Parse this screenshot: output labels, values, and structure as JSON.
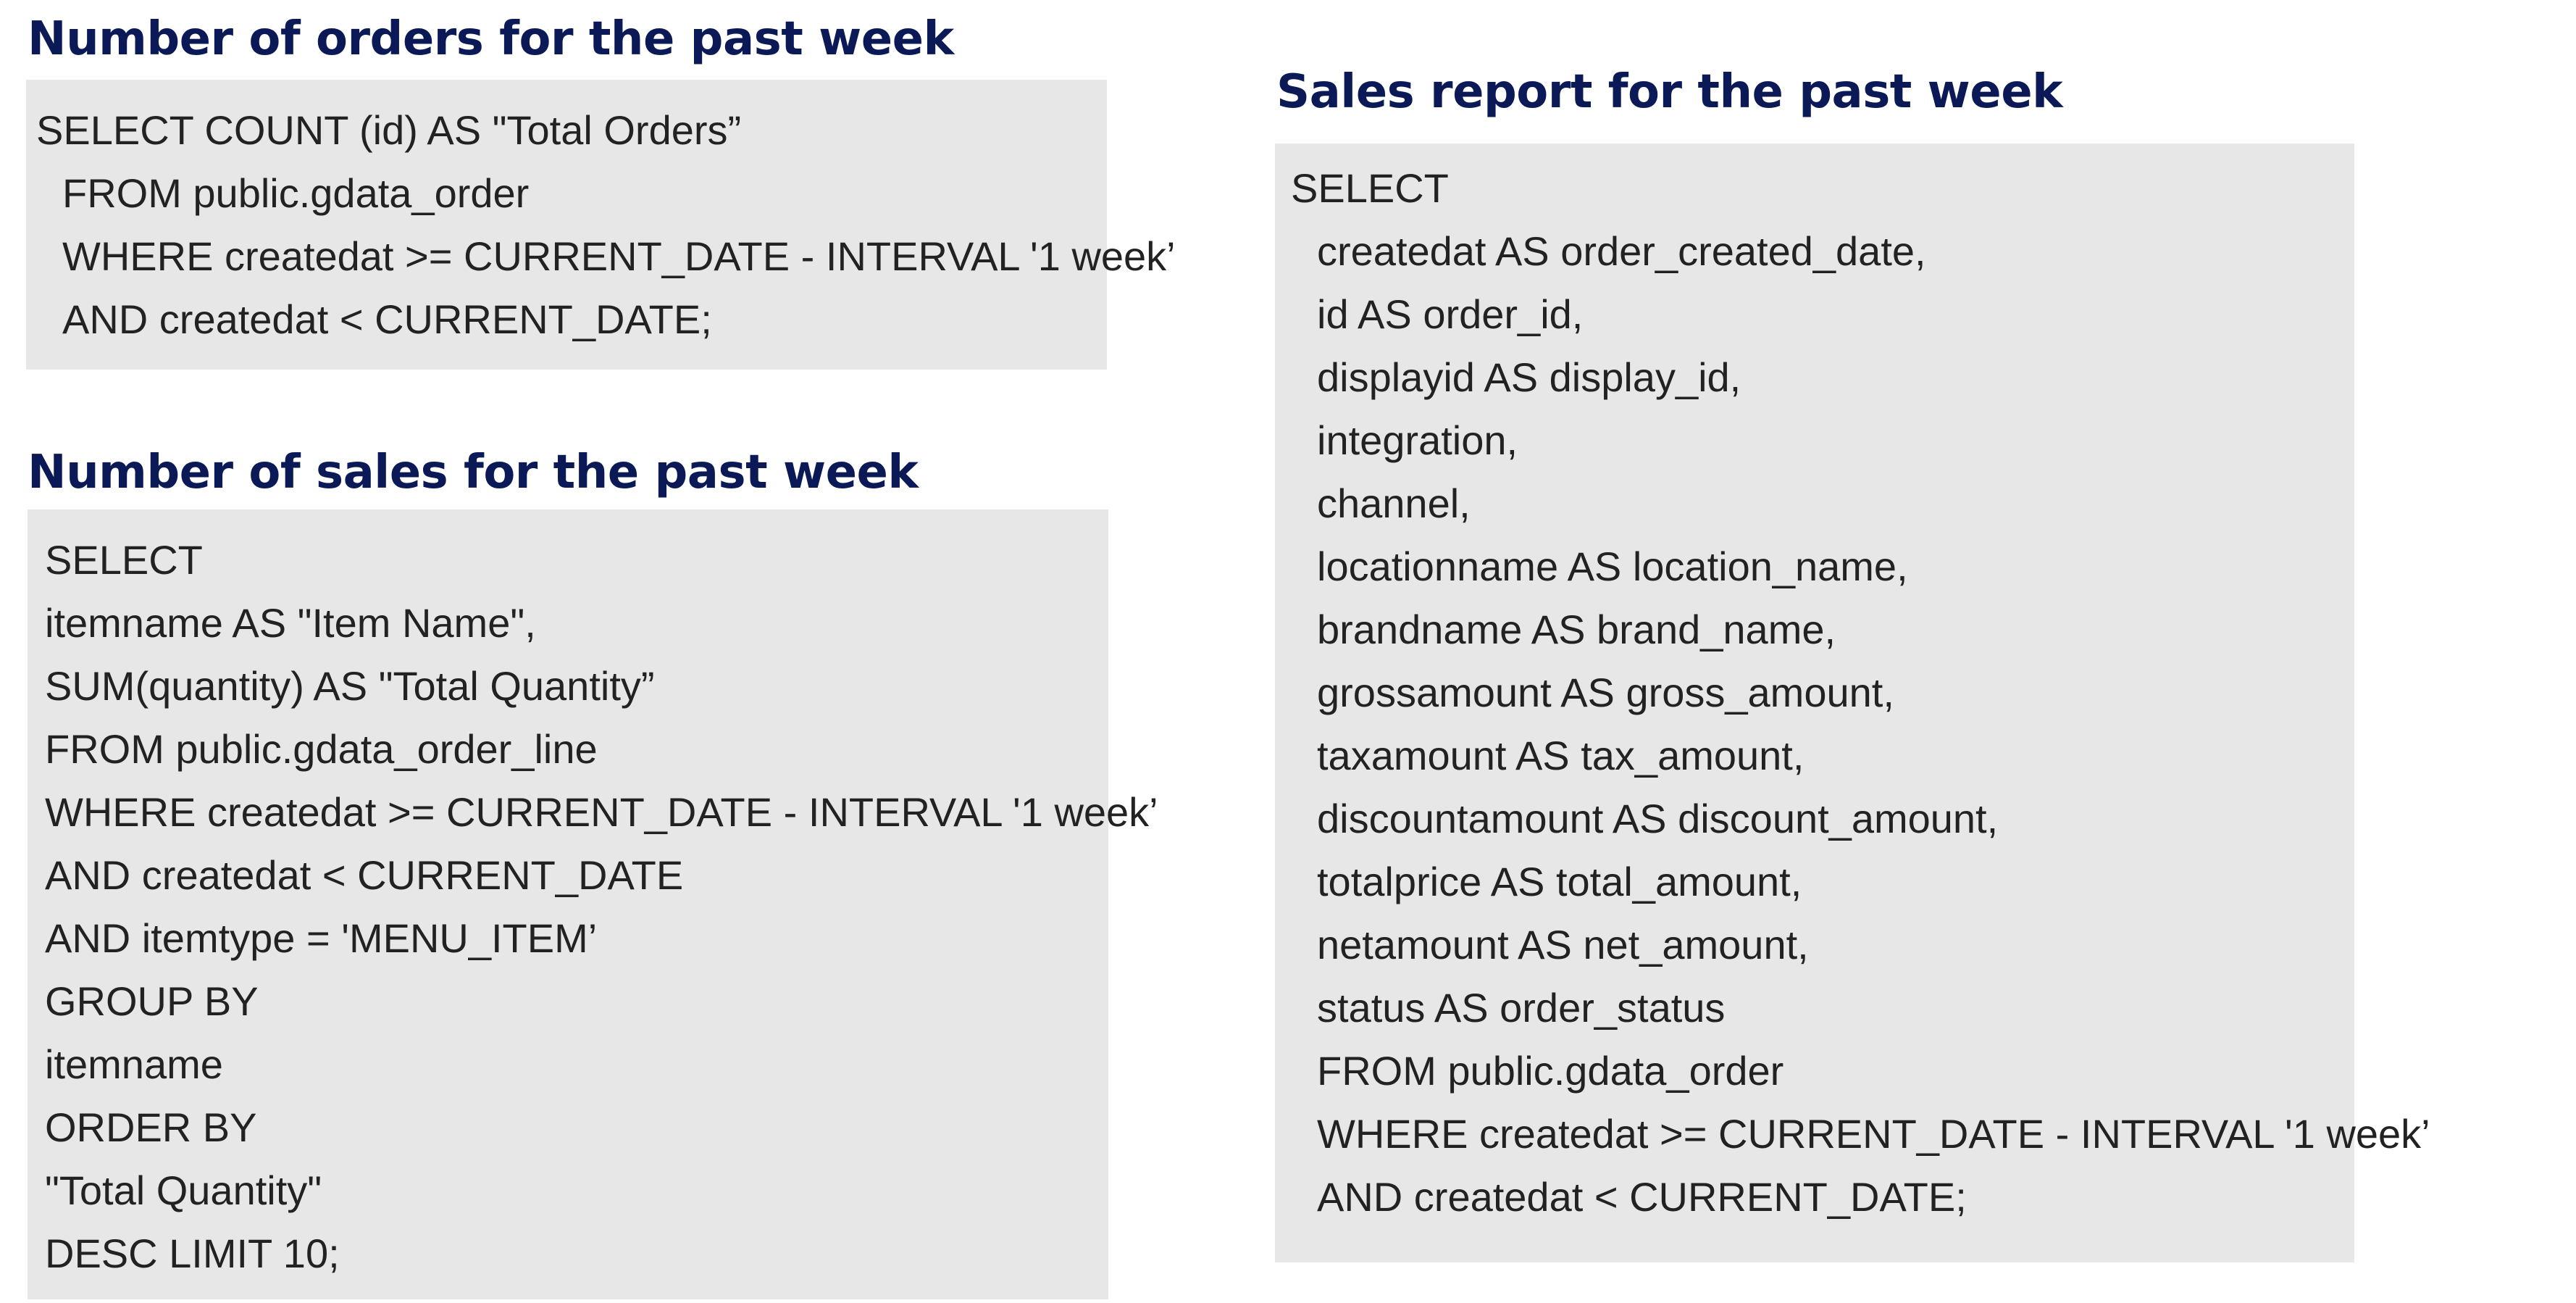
{
  "orders_section": {
    "title": "Number of orders for the past week",
    "lines": [
      "SELECT COUNT (id) AS \"Total Orders”",
      "FROM public.gdata_order",
      "WHERE createdat >= CURRENT_DATE - INTERVAL '1 week’",
      "AND createdat < CURRENT_DATE;"
    ]
  },
  "sales_section": {
    "title": "Number of sales for the past week",
    "lines": [
      "SELECT",
      "itemname AS \"Item Name\",",
      "SUM(quantity) AS \"Total Quantity”",
      "FROM public.gdata_order_line",
      "WHERE createdat >= CURRENT_DATE - INTERVAL '1 week’",
      "AND createdat < CURRENT_DATE",
      "AND itemtype = 'MENU_ITEM’",
      "GROUP BY",
      "itemname",
      "ORDER BY",
      "\"Total Quantity\"",
      "DESC LIMIT 10;"
    ]
  },
  "report_section": {
    "title": "Sales report for the past week",
    "lines": [
      "SELECT",
      "createdat AS order_created_date,",
      "id AS order_id,",
      "displayid AS display_id,",
      "integration,",
      "channel,",
      "locationname AS location_name,",
      "brandname AS brand_name,",
      "grossamount AS gross_amount,",
      "taxamount AS tax_amount,",
      "discountamount AS discount_amount,",
      "totalprice AS total_amount,",
      "netamount AS net_amount,",
      "status AS order_status",
      "FROM public.gdata_order",
      "WHERE createdat >= CURRENT_DATE - INTERVAL '1 week’",
      "AND createdat < CURRENT_DATE;"
    ]
  }
}
